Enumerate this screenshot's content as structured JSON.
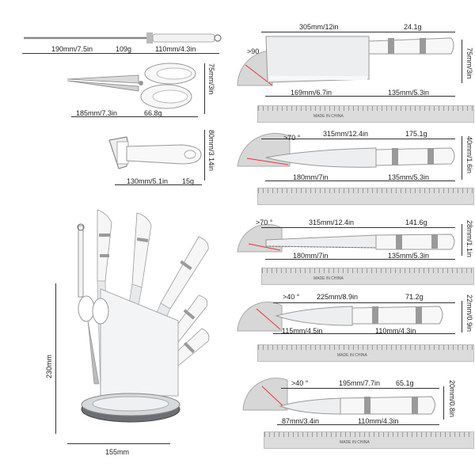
{
  "sharpener": {
    "length": "190mm/7.5in",
    "weight": "109g",
    "handle": "110mm/4.3in"
  },
  "scissors": {
    "length": "185mm/7.3in",
    "weight": "66.8g",
    "height": "75mm/3in"
  },
  "peeler": {
    "length": "130mm/5.1in",
    "weight": "15g",
    "height": "80mm/3.14in"
  },
  "block": {
    "height": "230mm",
    "width": "155mm"
  },
  "knives": [
    {
      "name": "cleaver",
      "angle": ">90",
      "total": "305mm/12in",
      "weight": "24.1g",
      "blade": "169mm/6.7in",
      "handle": "135mm/5.3in",
      "height": "75mm/3in"
    },
    {
      "name": "chef",
      "angle": ">70 °",
      "total": "315mm/12.4in",
      "weight": "175.1g",
      "blade": "180mm/7in",
      "handle": "135mm/5.3in",
      "height": "40mm/1.6in"
    },
    {
      "name": "bread",
      "angle": ">70 °",
      "total": "315mm/12.4in",
      "weight": "141.6g",
      "blade": "180mm/7in",
      "handle": "135mm/5.3in",
      "height": "28mm/1.1in"
    },
    {
      "name": "utility",
      "angle": ">40 °",
      "total": "225mm/8.9in",
      "weight": "71.2g",
      "blade": "115mm/4.5in",
      "handle": "110mm/4.3in",
      "height": "22mm/0.9in"
    },
    {
      "name": "paring",
      "angle": ">40 °",
      "total": "195mm/7.7in",
      "weight": "65.1g",
      "blade": "87mm/3.4in",
      "handle": "110mm/4.3in",
      "height": "20mm/0.8in"
    }
  ],
  "ruler_text": "MADE IN CHINA",
  "colors": {
    "steel": "#e9ebed",
    "handle": "#f7f7f7",
    "accent": "#9a9a9a",
    "protractor": "#d2d2d2",
    "ruler": "#dcdcdc"
  }
}
